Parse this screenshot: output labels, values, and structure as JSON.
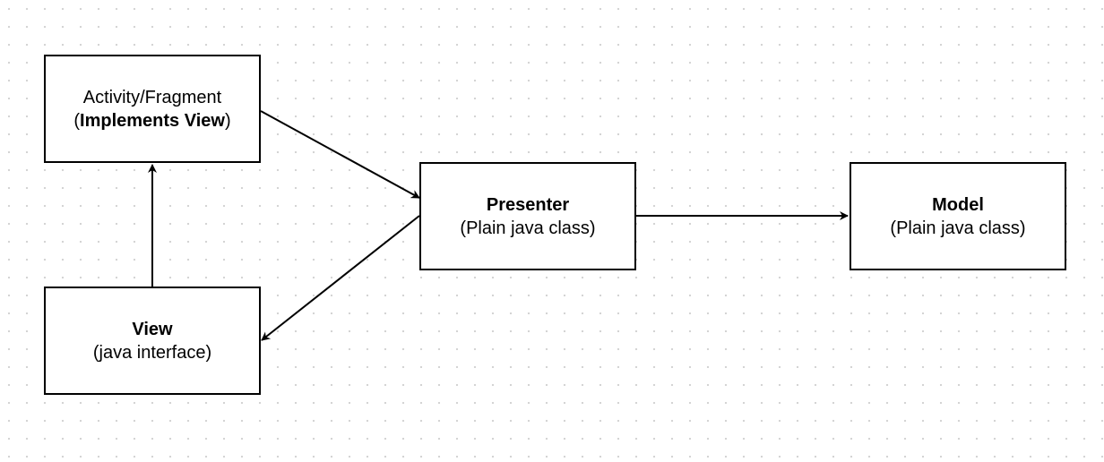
{
  "diagram": {
    "nodes": {
      "activity": {
        "line1": "Activity/Fragment",
        "line2_prefix": "(",
        "line2_bold": "Implements View",
        "line2_suffix": ")"
      },
      "view": {
        "title": "View",
        "subtitle": "(java interface)"
      },
      "presenter": {
        "title": "Presenter",
        "subtitle": "(Plain java class)"
      },
      "model": {
        "title": "Model",
        "subtitle": "(Plain java class)"
      }
    },
    "edges": [
      {
        "from": "activity",
        "to": "presenter"
      },
      {
        "from": "presenter",
        "to": "model"
      },
      {
        "from": "presenter",
        "to": "view"
      },
      {
        "from": "view",
        "to": "activity"
      }
    ],
    "colors": {
      "stroke": "#000000",
      "background": "#ffffff",
      "grid_dot": "#d2d2d2"
    }
  }
}
